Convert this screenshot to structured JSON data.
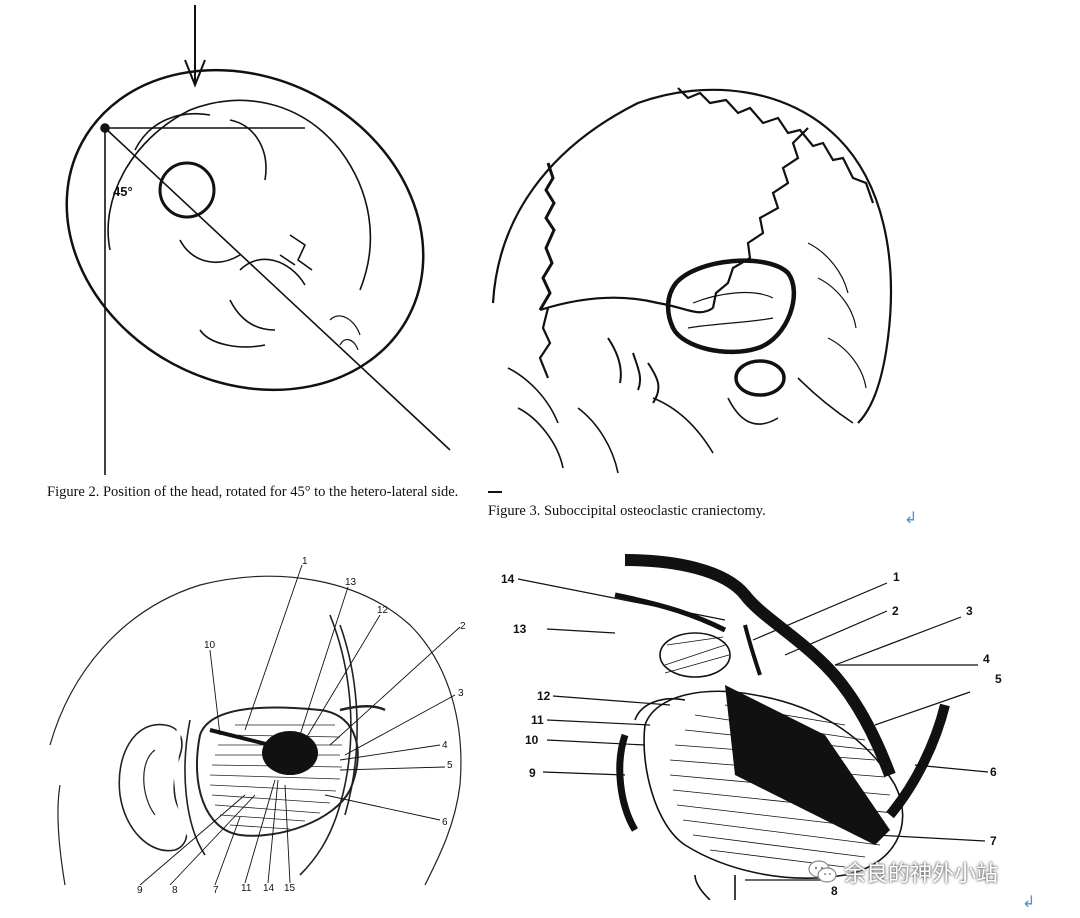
{
  "figure2": {
    "caption": "Figure 2. Position of the head, rotated for 45° to the hetero-lateral side.",
    "angle_label": "45°"
  },
  "figure3": {
    "caption": "Figure 3. Suboccipital osteoclastic craniectomy."
  },
  "figure4": {
    "labels": [
      "1",
      "2",
      "3",
      "4",
      "5",
      "6",
      "7",
      "8",
      "9",
      "10",
      "11",
      "12",
      "13",
      "14",
      "15"
    ]
  },
  "figure5": {
    "labels": [
      "1",
      "2",
      "3",
      "4",
      "5",
      "6",
      "7",
      "8",
      "9",
      "10",
      "11",
      "12",
      "13",
      "14"
    ]
  },
  "watermark": {
    "text": "余良的神外小站",
    "icon": "wechat-icon"
  },
  "marks": {
    "return_glyph": "↲"
  }
}
